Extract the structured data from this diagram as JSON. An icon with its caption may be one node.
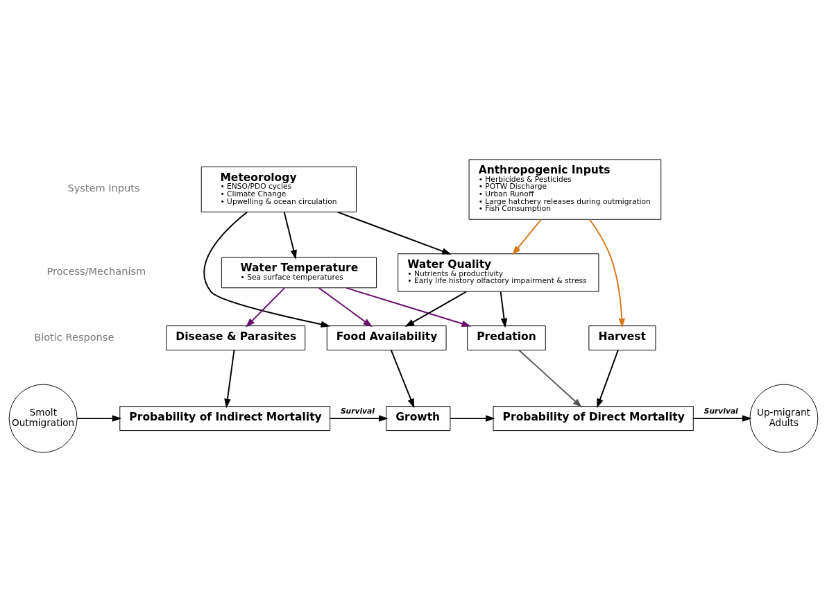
{
  "diagram": {
    "nodes": [
      {
        "text": [
          "Meteorology",
          "• ENSO/PDO cycles",
          "• Climate Change",
          "• Upwelling & ocean circulation"
        ]
      },
      {
        "text": [
          "Anthropogenic Inputs",
          "• Herbicides & Pesticides",
          "• POTW Discharge",
          "• Urban Runoff",
          "• Large hatchery releases during outmigration",
          "• Fish Consumption"
        ]
      },
      {
        "text": [
          "Water Temperature",
          "• Sea surface temperatures"
        ]
      },
      {
        "text": [
          "Water Quality",
          "• Nutrients & productivity",
          "• Early life history olfactory impairment & stress"
        ]
      },
      {
        "text": [
          "Disease & Parasites"
        ]
      },
      {
        "text": [
          "Food Availability"
        ]
      },
      {
        "text": [
          "Predation"
        ]
      },
      {
        "text": [
          "Harvest"
        ]
      },
      {
        "text": [
          "Smolt Outmigration"
        ]
      },
      {
        "text": [
          "Probability of Indirect Mortality"
        ]
      },
      {
        "text": [
          "Growth"
        ]
      },
      {
        "text": [
          "Probability of Direct Mortality"
        ]
      },
      {
        "text": [
          "Up-migrant Adults"
        ]
      }
    ],
    "edges": [
      {
        "from": 0,
        "to": 2,
        "arrow": "to"
      },
      {
        "from": 0,
        "to": 5,
        "arrow": "to"
      },
      {
        "from": 0,
        "to": 3,
        "arrow": "to"
      },
      {
        "from": 1,
        "to": 3,
        "arrow": "to",
        "color": "#d9781a"
      },
      {
        "from": 1,
        "to": 7,
        "arrow": "to",
        "color": "#d9781a"
      },
      {
        "from": 2,
        "to": 4,
        "arrow": "to",
        "color": "#6a0f6e"
      },
      {
        "from": 2,
        "to": 5,
        "arrow": "to",
        "color": "#6a0f6e"
      },
      {
        "from": 2,
        "to": 6,
        "arrow": "to",
        "color": "#6a0f6e"
      },
      {
        "from": 3,
        "to": 5,
        "arrow": "to"
      },
      {
        "from": 3,
        "to": 6,
        "arrow": "to"
      },
      {
        "from": 4,
        "to": 9,
        "arrow": "to"
      },
      {
        "from": 5,
        "to": 10,
        "arrow": "to"
      },
      {
        "from": 6,
        "to": 11,
        "arrow": "to",
        "color": "#555555"
      },
      {
        "from": 7,
        "to": 11,
        "arrow": "to"
      },
      {
        "from": 8,
        "to": 9,
        "arrow": "to"
      },
      {
        "from": 9,
        "to": 10,
        "arrow": "to",
        "label": "Survival"
      },
      {
        "from": 10,
        "to": 11,
        "arrow": "to"
      },
      {
        "from": 11,
        "to": 12,
        "arrow": "to",
        "label": "Survival"
      }
    ],
    "labels": [
      "System Inputs",
      "Process/Mechanism",
      "Biotic Response"
    ]
  }
}
